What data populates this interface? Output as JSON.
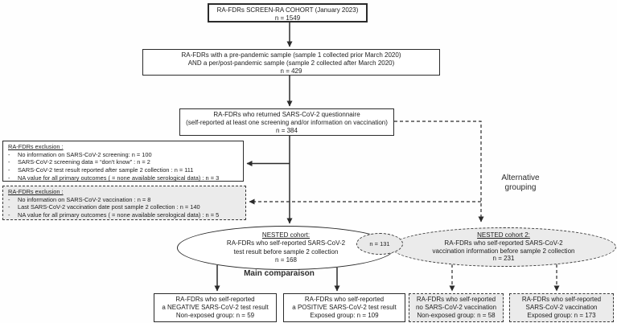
{
  "nodes": {
    "cohort": {
      "lines": [
        "RA-FDRs SCREEN-RA COHORT (January 2023)",
        "n = 1549"
      ]
    },
    "sample": {
      "lines": [
        "RA-FDRs with a pre-pandemic sample (sample 1 collected prior March 2020)",
        "AND a per/post-pandemic sample (sample 2 collected after March 2020)",
        "n = 429"
      ]
    },
    "questionnaire": {
      "lines": [
        "RA-FDRs who returned SARS-CoV-2 questionnaire",
        "(self-reported at least one screening and/or information on vaccination)",
        "n = 384"
      ]
    },
    "exclusion1": {
      "title": "RA-FDRs exclusion :",
      "items": [
        "No information on SARS-CoV-2 screening:  n = 100",
        "SARS-CoV-2 screening data = “don't know” : n = 2",
        "SARS-CoV-2 test result reported after sample 2 collection : n = 111",
        "NA value for all primary outcomes ( = none available serological data) : n = 3"
      ]
    },
    "exclusion2": {
      "title": "RA-FDRs exclusion :",
      "items": [
        "No information on SARS-CoV-2 vaccination : n = 8",
        "Last SARS-CoV-2 vaccination date post sample 2 collection : n = 140",
        "NA value for all primary outcomes ( = none available serological data) : n = 5"
      ]
    },
    "nested1": {
      "title": "NESTED cohort:",
      "lines": [
        "RA-FDRs who self-reported SARS-CoV-2",
        "test result before sample 2 collection",
        "n = 168"
      ]
    },
    "nested2": {
      "title": "NESTED cohort 2:",
      "lines": [
        "RA-FDRs who self-reported SARS-CoV-2",
        "vaccination information before sample 2 collection",
        "n = 231"
      ]
    },
    "overlap": {
      "label": "n = 131"
    },
    "negative": {
      "lines": [
        "RA-FDRs who self-reported",
        "a NEGATIVE SARS-CoV-2 test result",
        "Non-exposed group: n = 59"
      ]
    },
    "positive": {
      "lines": [
        "RA-FDRs who self-reported",
        "a POSITIVE SARS-CoV-2 test result",
        "Exposed group: n = 109"
      ]
    },
    "no_vaccination": {
      "lines": [
        "RA-FDRs who self-reported",
        "no SARS-CoV-2 vaccination",
        "Non-exposed group: n = 58"
      ]
    },
    "vaccination": {
      "lines": [
        "RA-FDRs who self-reported",
        "SARS-CoV-2 vaccination",
        "Exposed group: n = 173"
      ]
    }
  },
  "annotations": {
    "main_comparison": {
      "lines": [
        "Main",
        "comparaison"
      ]
    },
    "alternative_grouping": {
      "lines": [
        "Alternative",
        "grouping"
      ]
    }
  },
  "ui": {
    "bullet": "-"
  },
  "colors": {
    "line": "#2b2b2b",
    "shaded_fill": "#ebebeb",
    "box_bg": "#ffffff"
  }
}
